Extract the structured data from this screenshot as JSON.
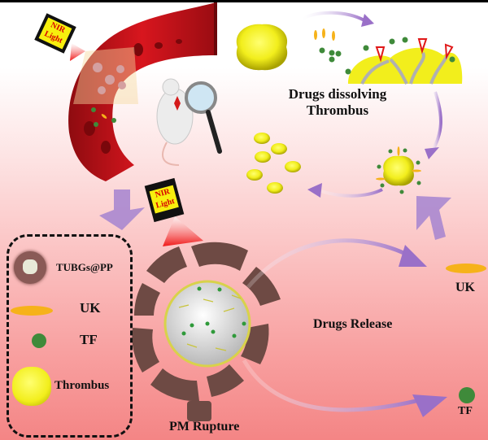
{
  "figure": {
    "title_labels": {
      "drugs_dissolving_line1": "Drugs dissolving",
      "drugs_dissolving_line2": "Thrombus",
      "drugs_release": "Drugs Release",
      "pm_rupture": "PM Rupture",
      "uk_release": "UK",
      "tf_release": "TF"
    },
    "nir_device": {
      "line1": "NIR",
      "line2": "Light"
    },
    "legend": {
      "items": [
        {
          "label": "TUBGs@PP",
          "icon": "nanoparticle-icon"
        },
        {
          "label": "UK",
          "icon": "uk-drug-icon"
        },
        {
          "label": "TF",
          "icon": "tf-drug-icon"
        },
        {
          "label": "Thrombus",
          "icon": "thrombus-icon"
        }
      ]
    },
    "colors": {
      "vessel": "#c8141c",
      "thrombus": "#f2ee1c",
      "uk": "#f6b21a",
      "tf": "#3f8a3a",
      "arrow": "#9a70c8",
      "membrane": "#6e4a44",
      "nir_beam": "#f03030"
    }
  }
}
